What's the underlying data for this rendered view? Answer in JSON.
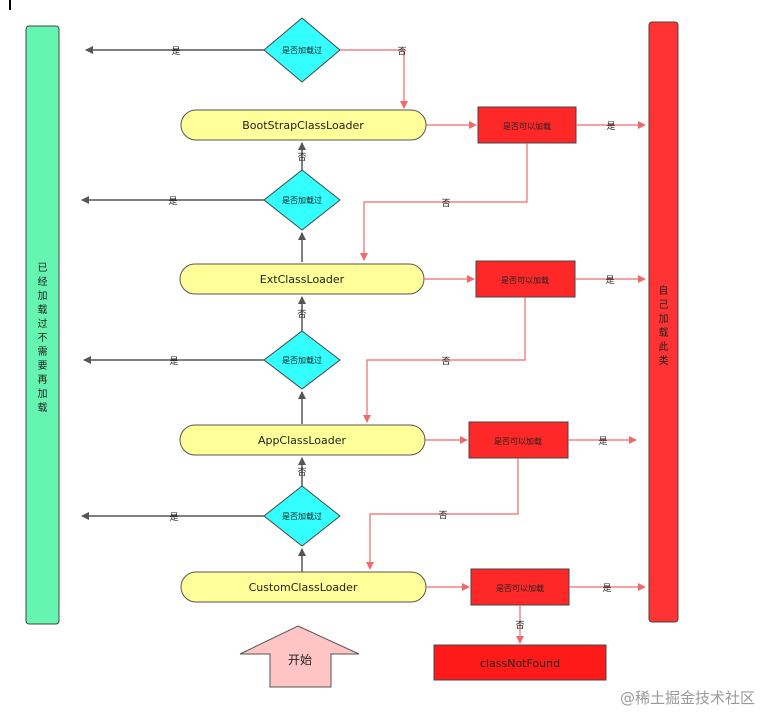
{
  "left_bar": {
    "text": "已经加载过不需要再加载"
  },
  "right_bar": {
    "text": "自己加载此类"
  },
  "loaders": [
    {
      "name": "BootStrapClassLoader"
    },
    {
      "name": "ExtClassLoader"
    },
    {
      "name": "AppClassLoader"
    },
    {
      "name": "CustomClassLoader"
    }
  ],
  "decisions": {
    "loaded_check": "是否加载过",
    "can_load_check": "是否可以加载"
  },
  "edge_labels": {
    "yes": "是",
    "no": "否"
  },
  "end_box": "classNotFound",
  "start_label": "开始",
  "watermark": "@稀土掘金技术社区",
  "colors": {
    "left_bar": "#66f5b0",
    "right_bar": "#ff3333",
    "loader_fill": "#ffff99",
    "diamond_fill": "#33ffff",
    "can_load_fill": "#ff2828",
    "end_fill": "#ff1a1a",
    "start_arrow": "#ffc4c4",
    "gray_arrow": "#555555",
    "red_arrow": "#f06a6a"
  }
}
